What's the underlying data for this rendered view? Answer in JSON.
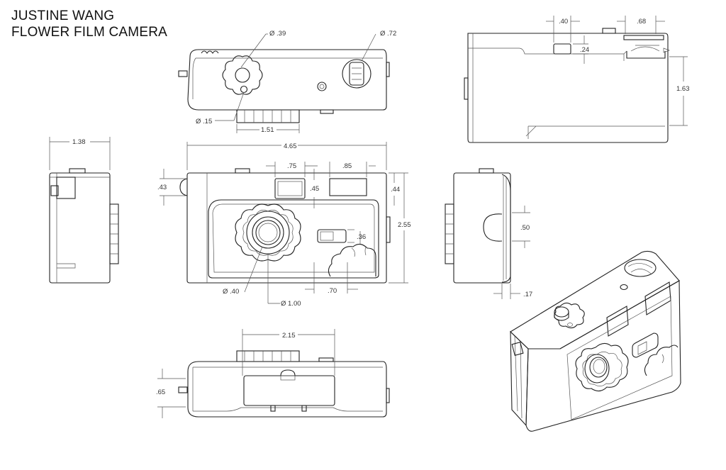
{
  "title": {
    "line1": "JUSTINE WANG",
    "line2": "FLOWER FILM CAMERA"
  },
  "dimensions": {
    "top_dia_39": "Ø .39",
    "top_dia_72": "Ø .72",
    "top_dia_15": "Ø .15",
    "top_151": "1.51",
    "side_138": "1.38",
    "front_465": "4.65",
    "front_75": ".75",
    "front_85": ".85",
    "front_43": ".43",
    "front_45": ".45",
    "front_44": ".44",
    "front_36": ".36",
    "front_255": "2.55",
    "front_dia_40": "Ø .40",
    "front_70": ".70",
    "front_dia_100": "Ø 1.00",
    "back_40": ".40",
    "back_68": ".68",
    "back_24": ".24",
    "back_163": "1.63",
    "right_50": ".50",
    "right_17": ".17",
    "bottom_215": "2.15",
    "bottom_65": ".65"
  }
}
